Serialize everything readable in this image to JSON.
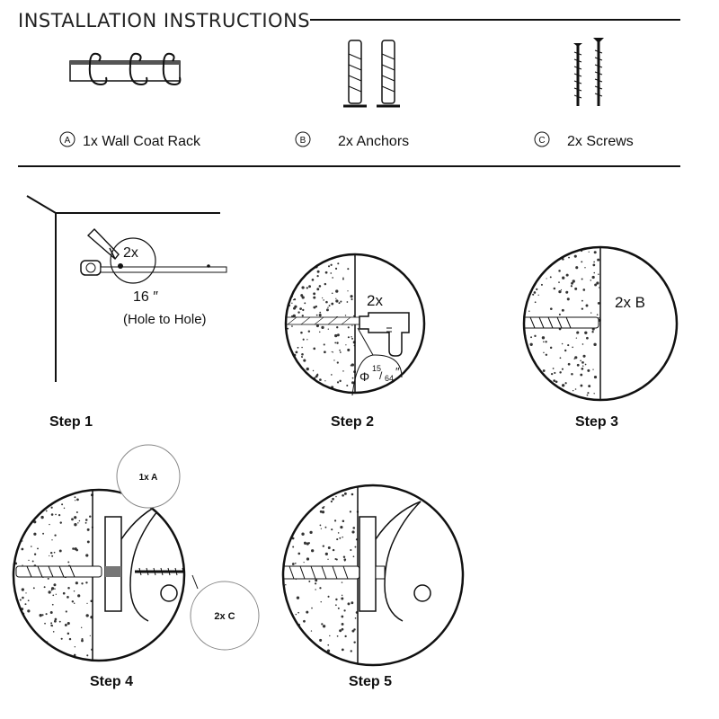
{
  "header": {
    "title": "INSTALLATION INSTRUCTIONS"
  },
  "parts": [
    {
      "letter": "A",
      "label": "1x  Wall Coat Rack"
    },
    {
      "letter": "B",
      "label": "2x  Anchors"
    },
    {
      "letter": "C",
      "label": "2x  Screws"
    }
  ],
  "step1": {
    "label": "Step 1",
    "count": "2x",
    "distance": "16 ″",
    "note": "(Hole to Hole)"
  },
  "step2": {
    "label": "Step 2",
    "count": "2x",
    "drill_num": "15",
    "drill_den": "64",
    "drill_unit": "″",
    "diameter_symbol": "Φ"
  },
  "step3": {
    "label": "Step 3",
    "count": "2x B"
  },
  "step4": {
    "label": "Step 4",
    "callout_a": "1x A",
    "callout_c": "2x C"
  },
  "step5": {
    "label": "Step 5"
  }
}
